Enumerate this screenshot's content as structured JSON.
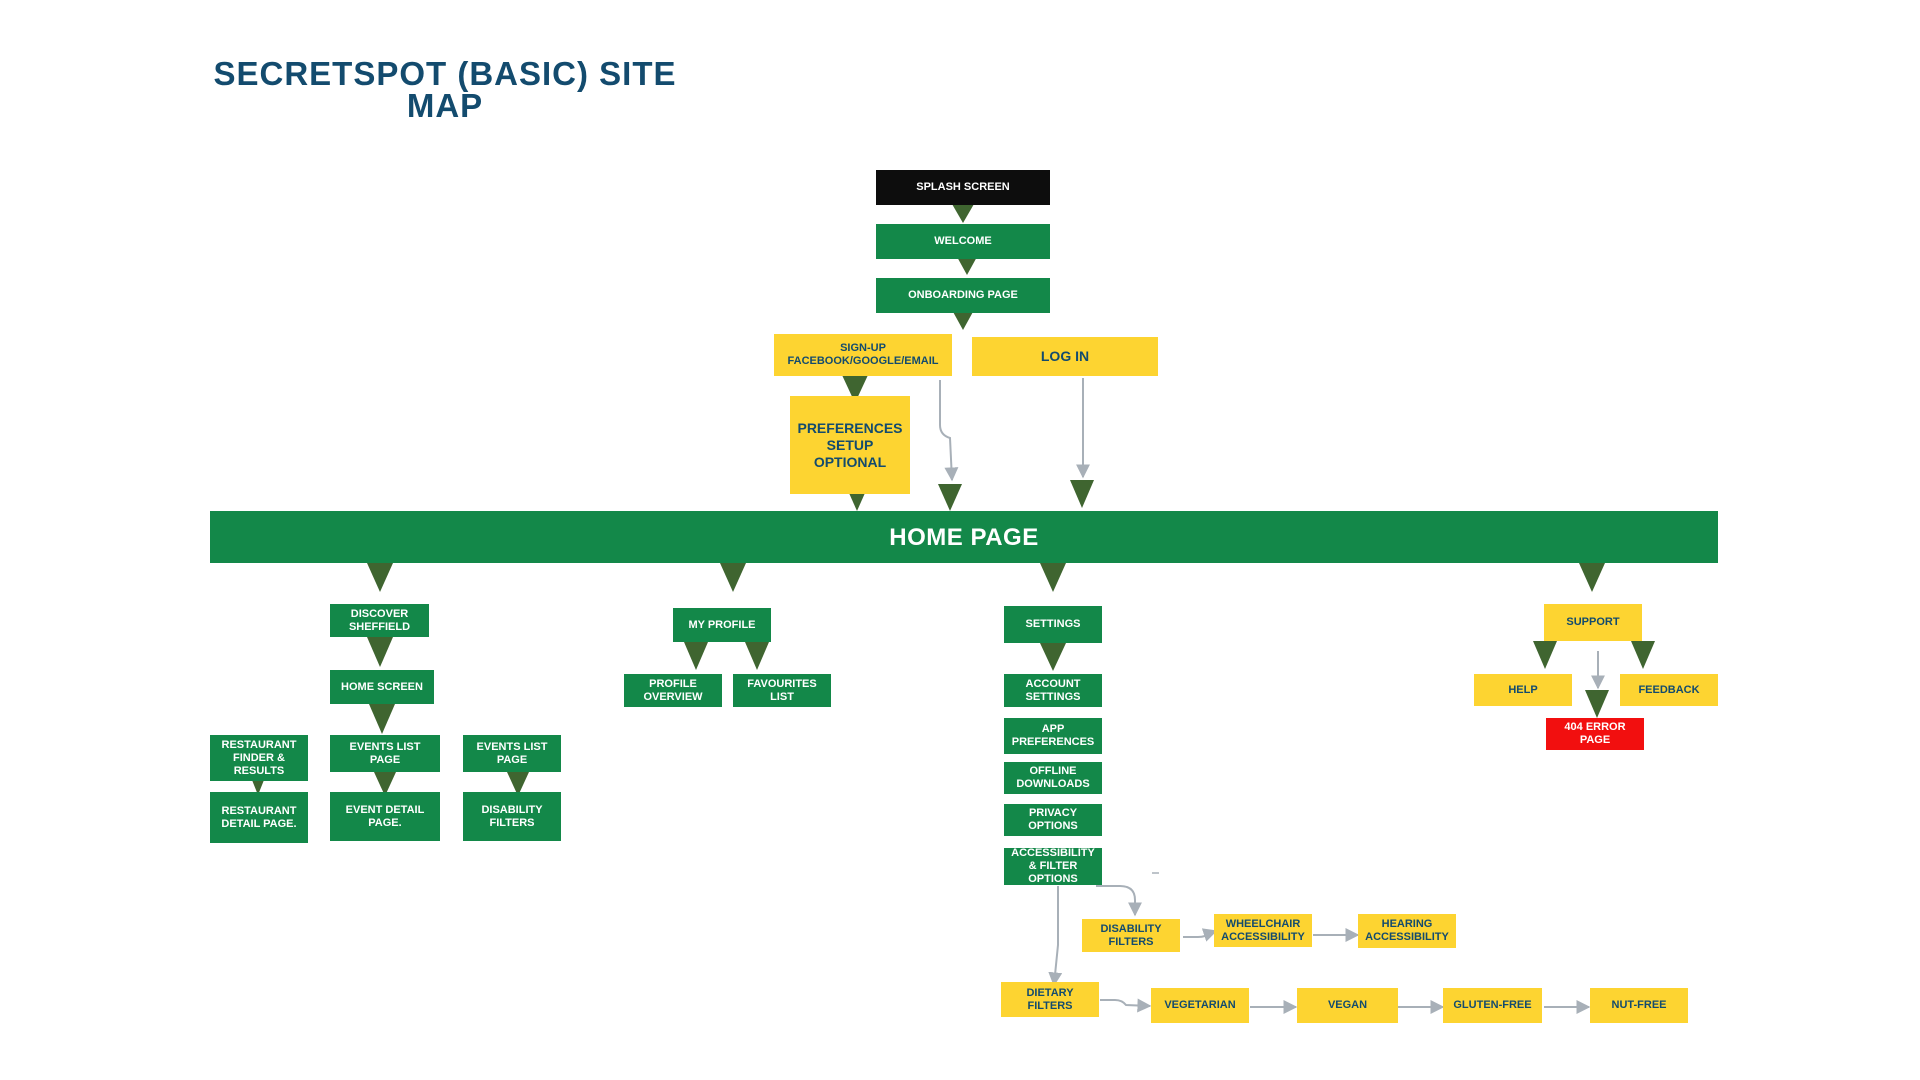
{
  "title": "SECRETSPOT (BASIC) SITE MAP",
  "colors": {
    "green": "#138849",
    "yellow": "#fdd431",
    "black": "#0d0d0d",
    "red": "#f20f0f",
    "navy_text": "#134b6e",
    "arrow_fill": "#3f6530",
    "connector": "#a8b0b8"
  },
  "nodes": {
    "splash": "SPLASH SCREEN",
    "welcome": "WELCOME",
    "onboarding": "ONBOARDING PAGE",
    "signup": "SIGN-UP FACEBOOK/GOOGLE/EMAIL",
    "login": "LOG IN",
    "preferences": "PREFERENCES SETUP OPTIONAL",
    "home": "HOME PAGE",
    "discover": "DISCOVER SHEFFIELD",
    "home_screen": "HOME SCREEN",
    "restaurant_finder": "RESTAURANT FINDER & RESULTS",
    "restaurant_detail": "RESTAURANT DETAIL PAGE.",
    "events_list_1": "EVENTS LIST PAGE",
    "event_detail": "EVENT DETAIL PAGE.",
    "events_list_2": "EVENTS LIST PAGE",
    "disability_filters_1": "DISABILITY FILTERS",
    "my_profile": "MY PROFILE",
    "profile_overview": "PROFILE OVERVIEW",
    "favourites": "FAVOURITES LIST",
    "settings": "SETTINGS",
    "account_settings": "ACCOUNT SETTINGS",
    "app_preferences": "APP PREFERENCES",
    "offline_downloads": "OFFLINE DOWNLOADS",
    "privacy_options": "PRIVACY OPTIONS",
    "accessibility_filter": "ACCESSIBILITY & FILTER OPTIONS",
    "disability_filters_2": "DISABILITY FILTERS",
    "wheelchair": "WHEELCHAIR ACCESSIBILITY",
    "hearing": "HEARING ACCESSIBILITY",
    "dietary": "DIETARY FILTERS",
    "vegetarian": "VEGETARIAN",
    "vegan": "VEGAN",
    "gluten_free": "GLUTEN-FREE",
    "nut_free": "NUT-FREE",
    "support": "SUPPORT",
    "help": "HELP",
    "feedback": "FEEDBACK",
    "error_404": "404 ERROR PAGE"
  }
}
